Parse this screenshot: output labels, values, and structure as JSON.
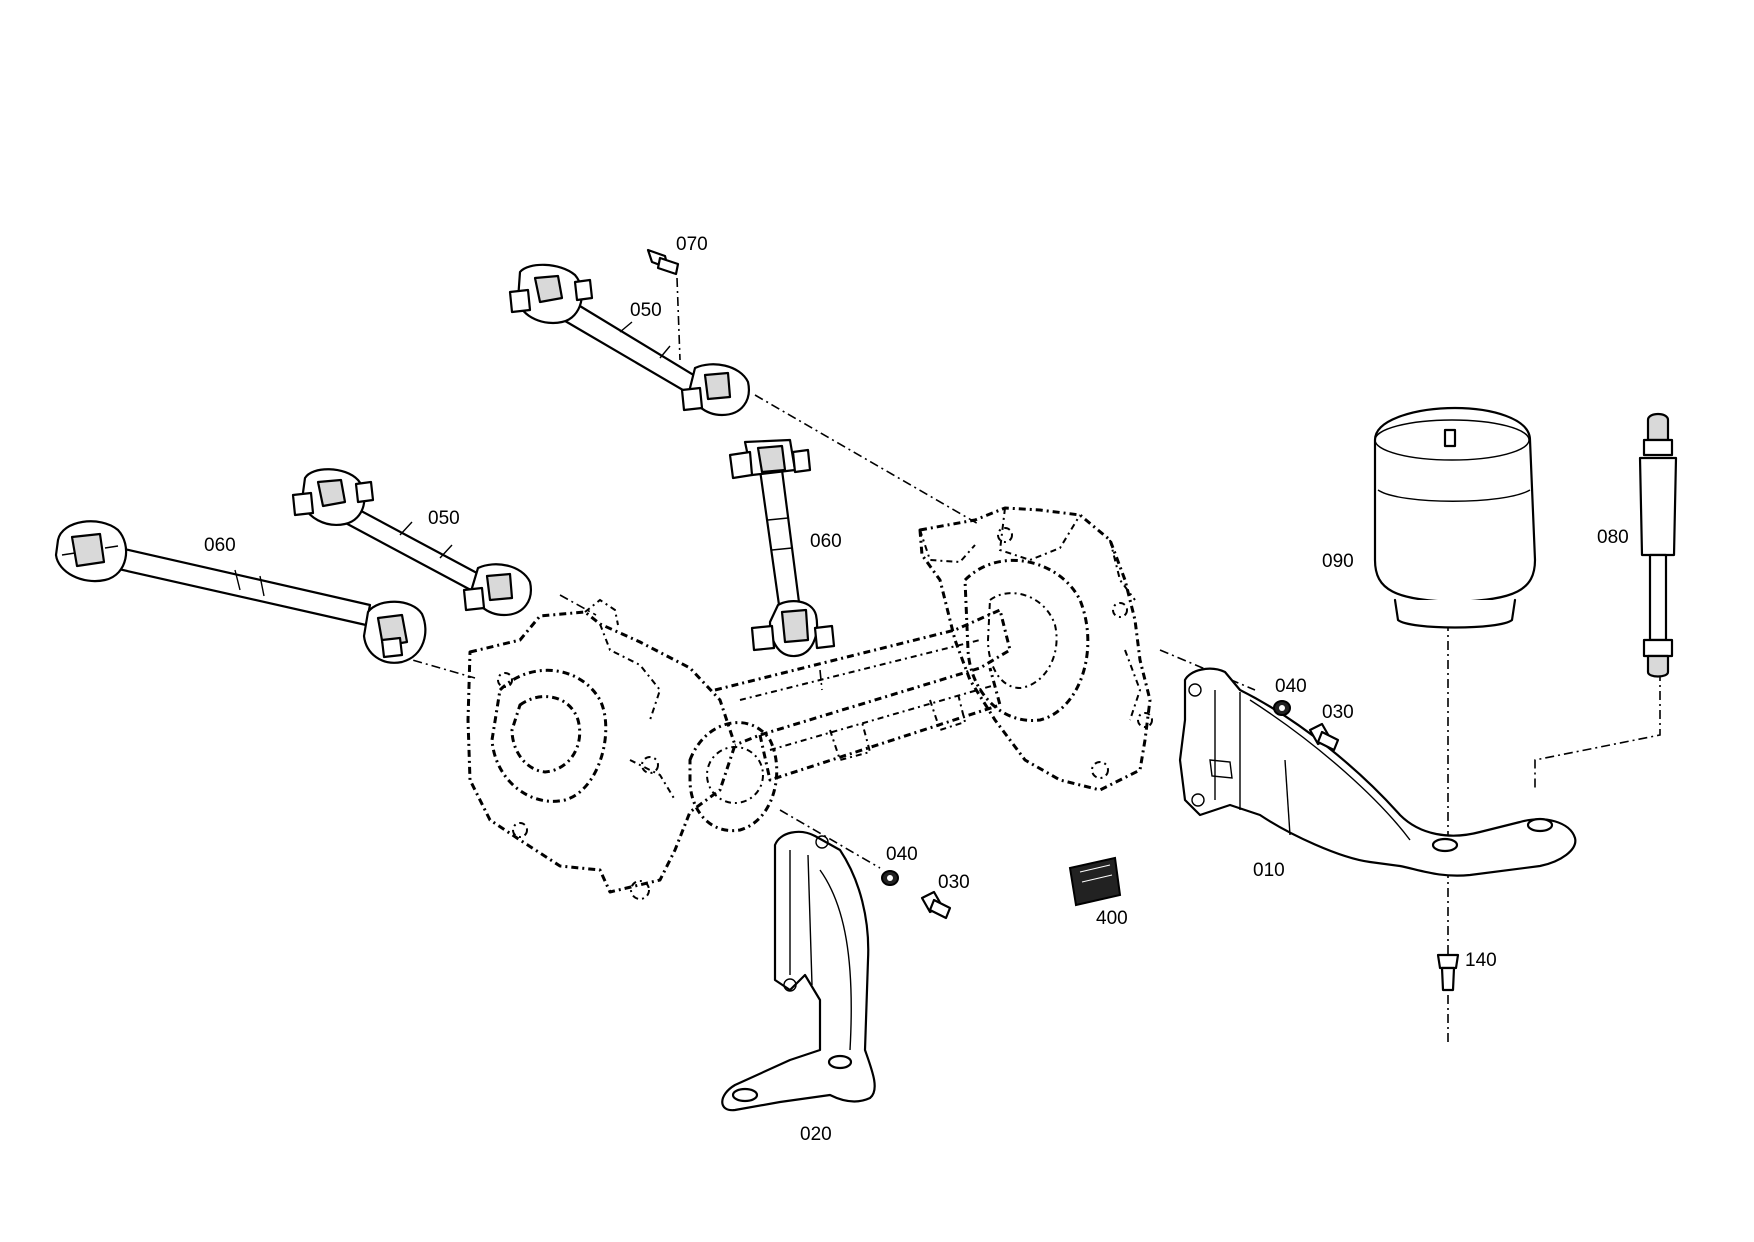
{
  "diagram": {
    "labels": {
      "p010": "010",
      "p020": "020",
      "p030_right": "030",
      "p030_left": "030",
      "p040_right": "040",
      "p040_left": "040",
      "p050_top": "050",
      "p050_mid": "050",
      "p060_left": "060",
      "p060_center": "060",
      "p070": "070",
      "p080": "080",
      "p090": "090",
      "p140": "140",
      "p400": "400"
    },
    "icons": {
      "arm": "reaction-rod-icon",
      "bellows": "air-spring-bellows-icon",
      "shock": "shock-absorber-icon",
      "bolt": "bolt-icon",
      "washer": "washer-icon",
      "plate": "type-plate-icon"
    }
  }
}
